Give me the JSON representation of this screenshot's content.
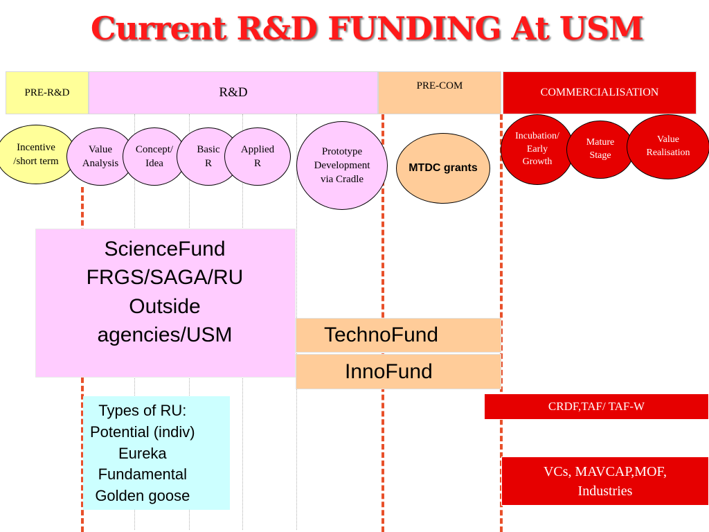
{
  "title": "Current R&D  FUNDING At USM",
  "stages": {
    "pre_rd": "PRE-R&D",
    "rd": "R&D",
    "pre_com": "PRE-COM",
    "commercialisation": "COMMERCIALISATION"
  },
  "circles": {
    "incentive": "Incentive\n/short term",
    "value_analysis": "Value\nAnalysis",
    "concept_idea": "Concept/\nIdea",
    "basic_r": "Basic\nR",
    "applied_r": "Applied\nR",
    "prototype": "Prototype\nDevelopment\nvia Cradle",
    "mtdc": "MTDC grants",
    "incubation": "Incubation/\nEarly\nGrowth",
    "mature": "Mature\nStage",
    "value_realisation": "Value\nRealisation"
  },
  "funds": {
    "sciencefund": "ScienceFund\nFRGS/SAGA/RU\nOutside\n  agencies/USM",
    "technofund": "TechnoFund",
    "innofund": "InnoFund",
    "ru_types": "Types of RU:\nPotential (indiv)\nEureka\nFundamental\nGolden goose",
    "crdf": "CRDF,TAF/ TAF-W",
    "vcs": "VCs, MAVCAP,MOF,\nIndustries"
  },
  "colors": {
    "title": "#ff1a1a",
    "pre_rd": "#ffff99",
    "rd": "#ffccff",
    "pre_com": "#ffcc99",
    "commercialisation": "#e60000",
    "ru_types_bg": "#ccffff",
    "stage_divider": "#e8502a"
  }
}
